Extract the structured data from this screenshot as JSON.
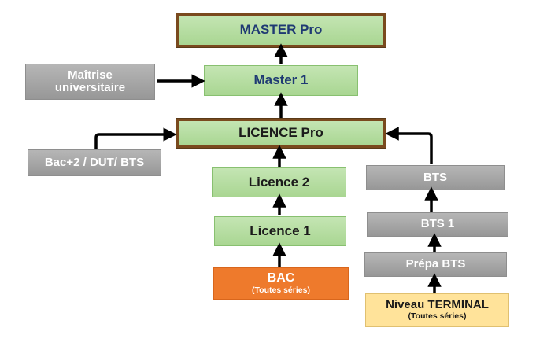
{
  "nodes": {
    "master_pro": {
      "label": "MASTER Pro"
    },
    "master1": {
      "label": "Master 1"
    },
    "maitrise": {
      "label": "Maîtrise universitaire"
    },
    "licence_pro": {
      "label": "LICENCE Pro"
    },
    "bac2": {
      "label": "Bac+2 / DUT/ BTS"
    },
    "licence2": {
      "label": "Licence 2"
    },
    "licence1": {
      "label": "Licence 1"
    },
    "bac": {
      "label": "BAC",
      "sub": "(Toutes séries)"
    },
    "bts": {
      "label": "BTS"
    },
    "bts1": {
      "label": "BTS 1"
    },
    "prepa_bts": {
      "label": "Prépa BTS"
    },
    "niveau_terminal": {
      "label": "Niveau TERMINAL",
      "sub": "(Toutes séries)"
    }
  },
  "colors": {
    "green_fill": "#b5dca1",
    "frame_brown": "#7a4a1e",
    "gray_fill": "#a6a6a6",
    "orange_fill": "#ee7a2c",
    "yellow_fill": "#ffe39a",
    "arrow": "#000000",
    "dark_blue_text": "#1f3a73"
  }
}
